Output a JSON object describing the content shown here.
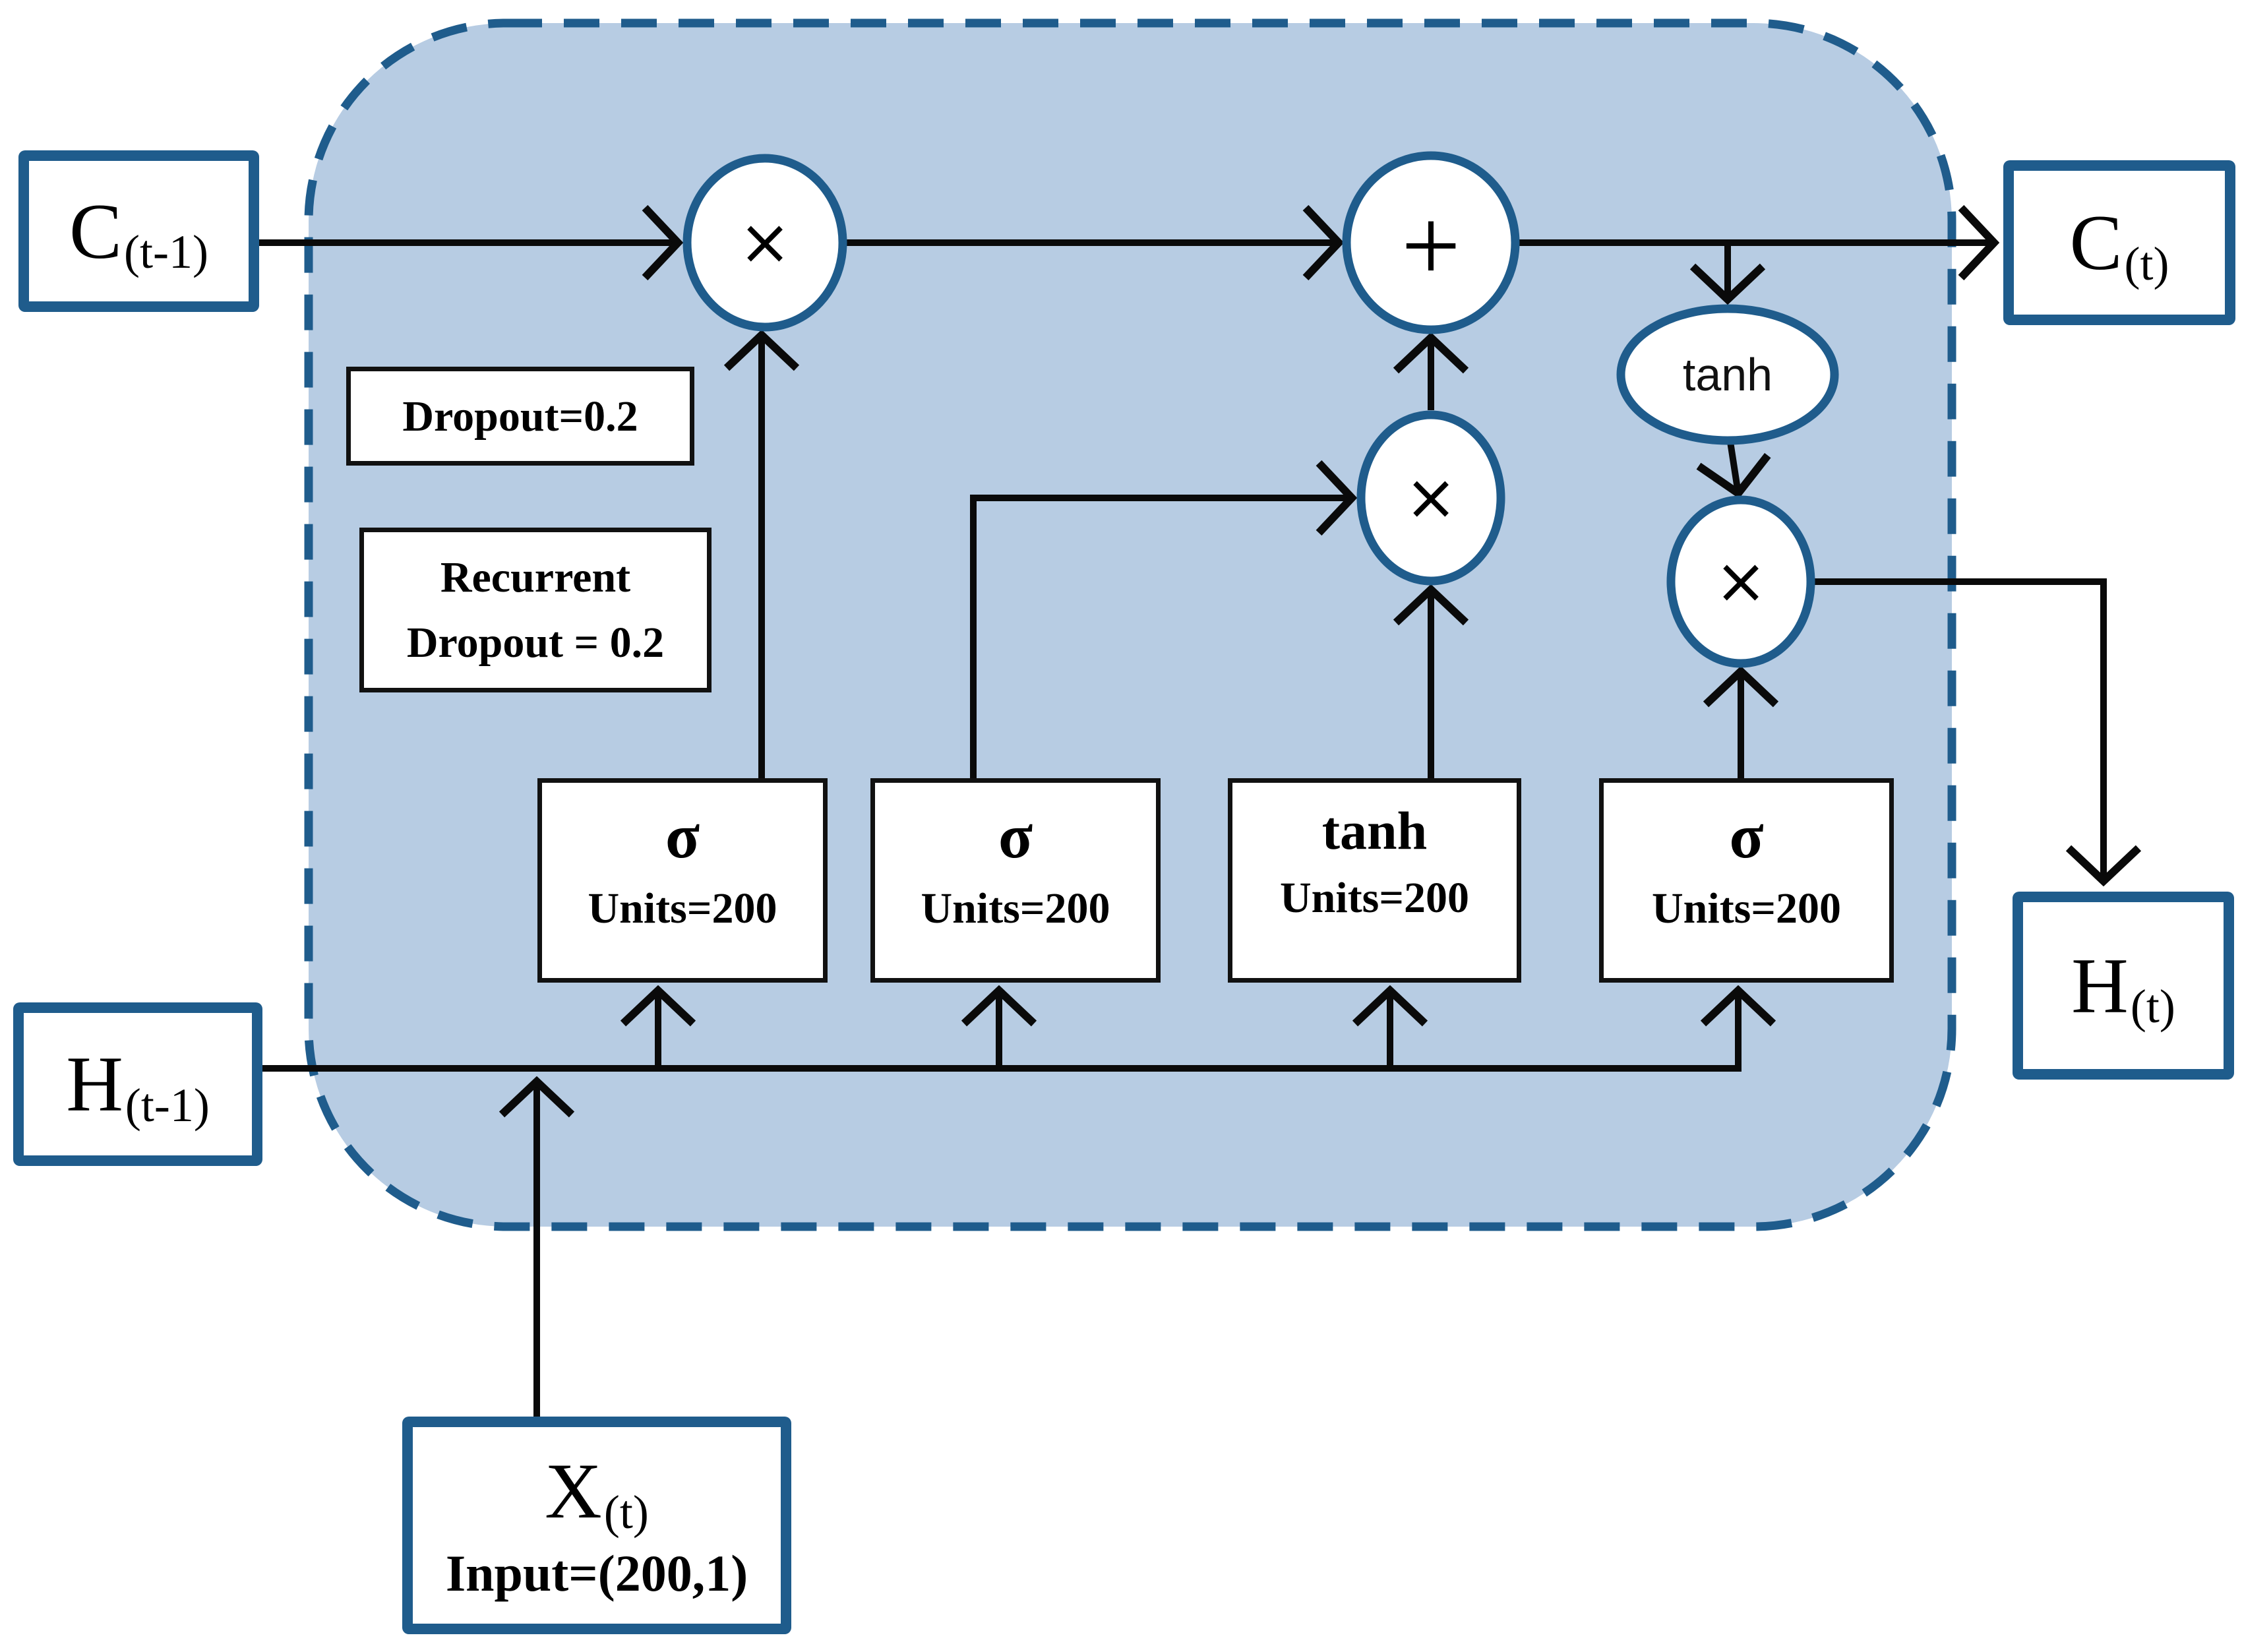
{
  "io_boxes": {
    "c_prev": {
      "main": "C",
      "sub": "(t-1)"
    },
    "c_next": {
      "main": "C",
      "sub": "(t)"
    },
    "h_prev": {
      "main": "H",
      "sub": "(t-1)"
    },
    "h_next": {
      "main": "H",
      "sub": "(t)"
    },
    "x_input": {
      "main": "X",
      "sub": "(t)",
      "detail": "Input=(200,1)"
    }
  },
  "gates": [
    {
      "symbol": "σ",
      "units": "Units=200"
    },
    {
      "symbol": "σ",
      "units": "Units=200"
    },
    {
      "symbol": "tanh",
      "units": "Units=200"
    },
    {
      "symbol": "σ",
      "units": "Units=200"
    }
  ],
  "operators": {
    "multiply_forget": "×",
    "multiply_input": "×",
    "multiply_output": "×",
    "add": "+",
    "tanh_activation": "tanh"
  },
  "annotations": {
    "dropout": "Dropout=0.2",
    "recurrent_line1": "Recurrent",
    "recurrent_line2": "Dropout = 0.2"
  },
  "colors": {
    "cell_fill": "#b7cce3",
    "cell_border": "#1f5c8c",
    "node_border": "#1f5c8c",
    "connector": "#0a0a0a",
    "box_fill": "#ffffff"
  }
}
